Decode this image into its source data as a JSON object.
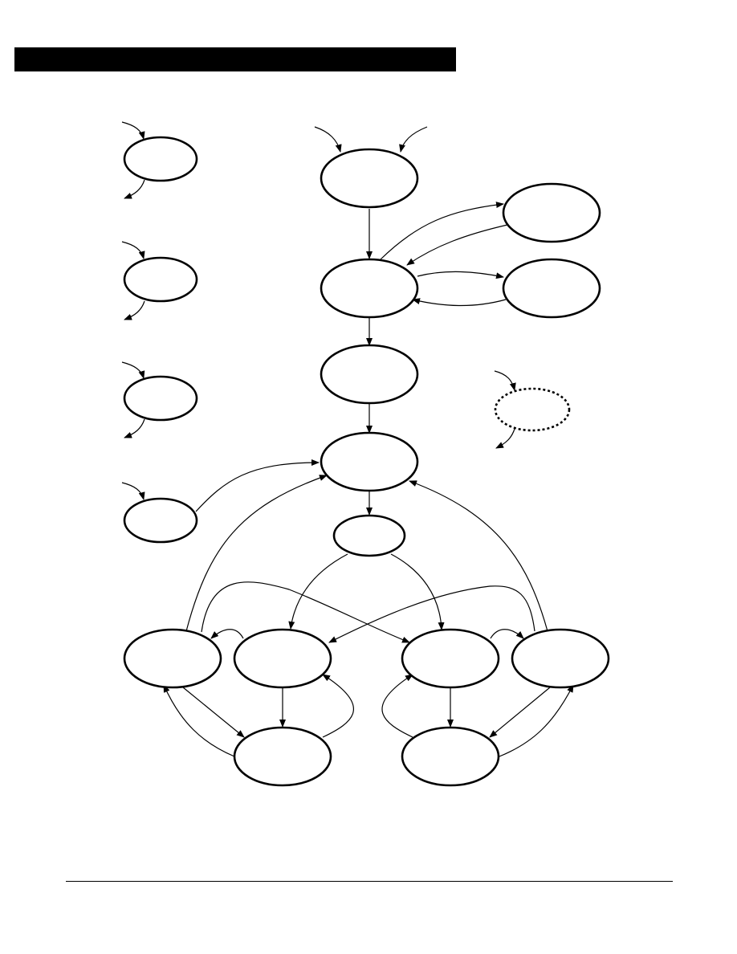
{
  "colors": {
    "background": "#ffffff",
    "ink": "#000000",
    "title_bar": "#000000"
  },
  "diagram": {
    "nodes": [
      {
        "id": "legend-1",
        "label": "",
        "style": "solid"
      },
      {
        "id": "legend-2",
        "label": "",
        "style": "solid"
      },
      {
        "id": "legend-3",
        "label": "",
        "style": "solid"
      },
      {
        "id": "legend-4",
        "label": "",
        "style": "solid"
      },
      {
        "id": "top-state",
        "label": "",
        "style": "solid"
      },
      {
        "id": "side-state-upper",
        "label": "",
        "style": "solid"
      },
      {
        "id": "central-state",
        "label": "",
        "style": "solid"
      },
      {
        "id": "side-state-lower",
        "label": "",
        "style": "solid"
      },
      {
        "id": "middle-state",
        "label": "",
        "style": "solid"
      },
      {
        "id": "dotted-state",
        "label": "",
        "style": "dotted"
      },
      {
        "id": "hub-state",
        "label": "",
        "style": "solid"
      },
      {
        "id": "branch-state",
        "label": "",
        "style": "solid"
      },
      {
        "id": "bottom-left-outer",
        "label": "",
        "style": "solid"
      },
      {
        "id": "bottom-left-inner",
        "label": "",
        "style": "solid"
      },
      {
        "id": "bottom-right-inner",
        "label": "",
        "style": "solid"
      },
      {
        "id": "bottom-right-outer",
        "label": "",
        "style": "solid"
      },
      {
        "id": "base-left",
        "label": "",
        "style": "solid"
      },
      {
        "id": "base-right",
        "label": "",
        "style": "solid"
      }
    ],
    "edges": [
      {
        "from": "top-state",
        "to": "central-state"
      },
      {
        "from": "central-state",
        "to": "side-state-upper"
      },
      {
        "from": "side-state-upper",
        "to": "central-state"
      },
      {
        "from": "central-state",
        "to": "side-state-lower"
      },
      {
        "from": "side-state-lower",
        "to": "central-state"
      },
      {
        "from": "central-state",
        "to": "middle-state"
      },
      {
        "from": "middle-state",
        "to": "hub-state"
      },
      {
        "from": "legend-4",
        "to": "hub-state"
      },
      {
        "from": "hub-state",
        "to": "branch-state"
      },
      {
        "from": "branch-state",
        "to": "bottom-left-inner"
      },
      {
        "from": "branch-state",
        "to": "bottom-right-inner"
      },
      {
        "from": "bottom-left-outer",
        "to": "hub-state"
      },
      {
        "from": "bottom-right-outer",
        "to": "hub-state"
      },
      {
        "from": "bottom-left-inner",
        "to": "bottom-left-outer"
      },
      {
        "from": "bottom-right-inner",
        "to": "bottom-right-outer"
      },
      {
        "from": "bottom-left-outer",
        "to": "bottom-right-inner"
      },
      {
        "from": "bottom-right-outer",
        "to": "bottom-left-inner"
      },
      {
        "from": "bottom-left-inner",
        "to": "base-left"
      },
      {
        "from": "bottom-right-inner",
        "to": "base-right"
      },
      {
        "from": "bottom-left-outer",
        "to": "base-left"
      },
      {
        "from": "base-left",
        "to": "bottom-left-outer"
      },
      {
        "from": "base-left",
        "to": "bottom-left-inner"
      },
      {
        "from": "bottom-right-outer",
        "to": "base-right"
      },
      {
        "from": "base-right",
        "to": "bottom-right-outer"
      },
      {
        "from": "base-right",
        "to": "bottom-right-inner"
      }
    ]
  }
}
